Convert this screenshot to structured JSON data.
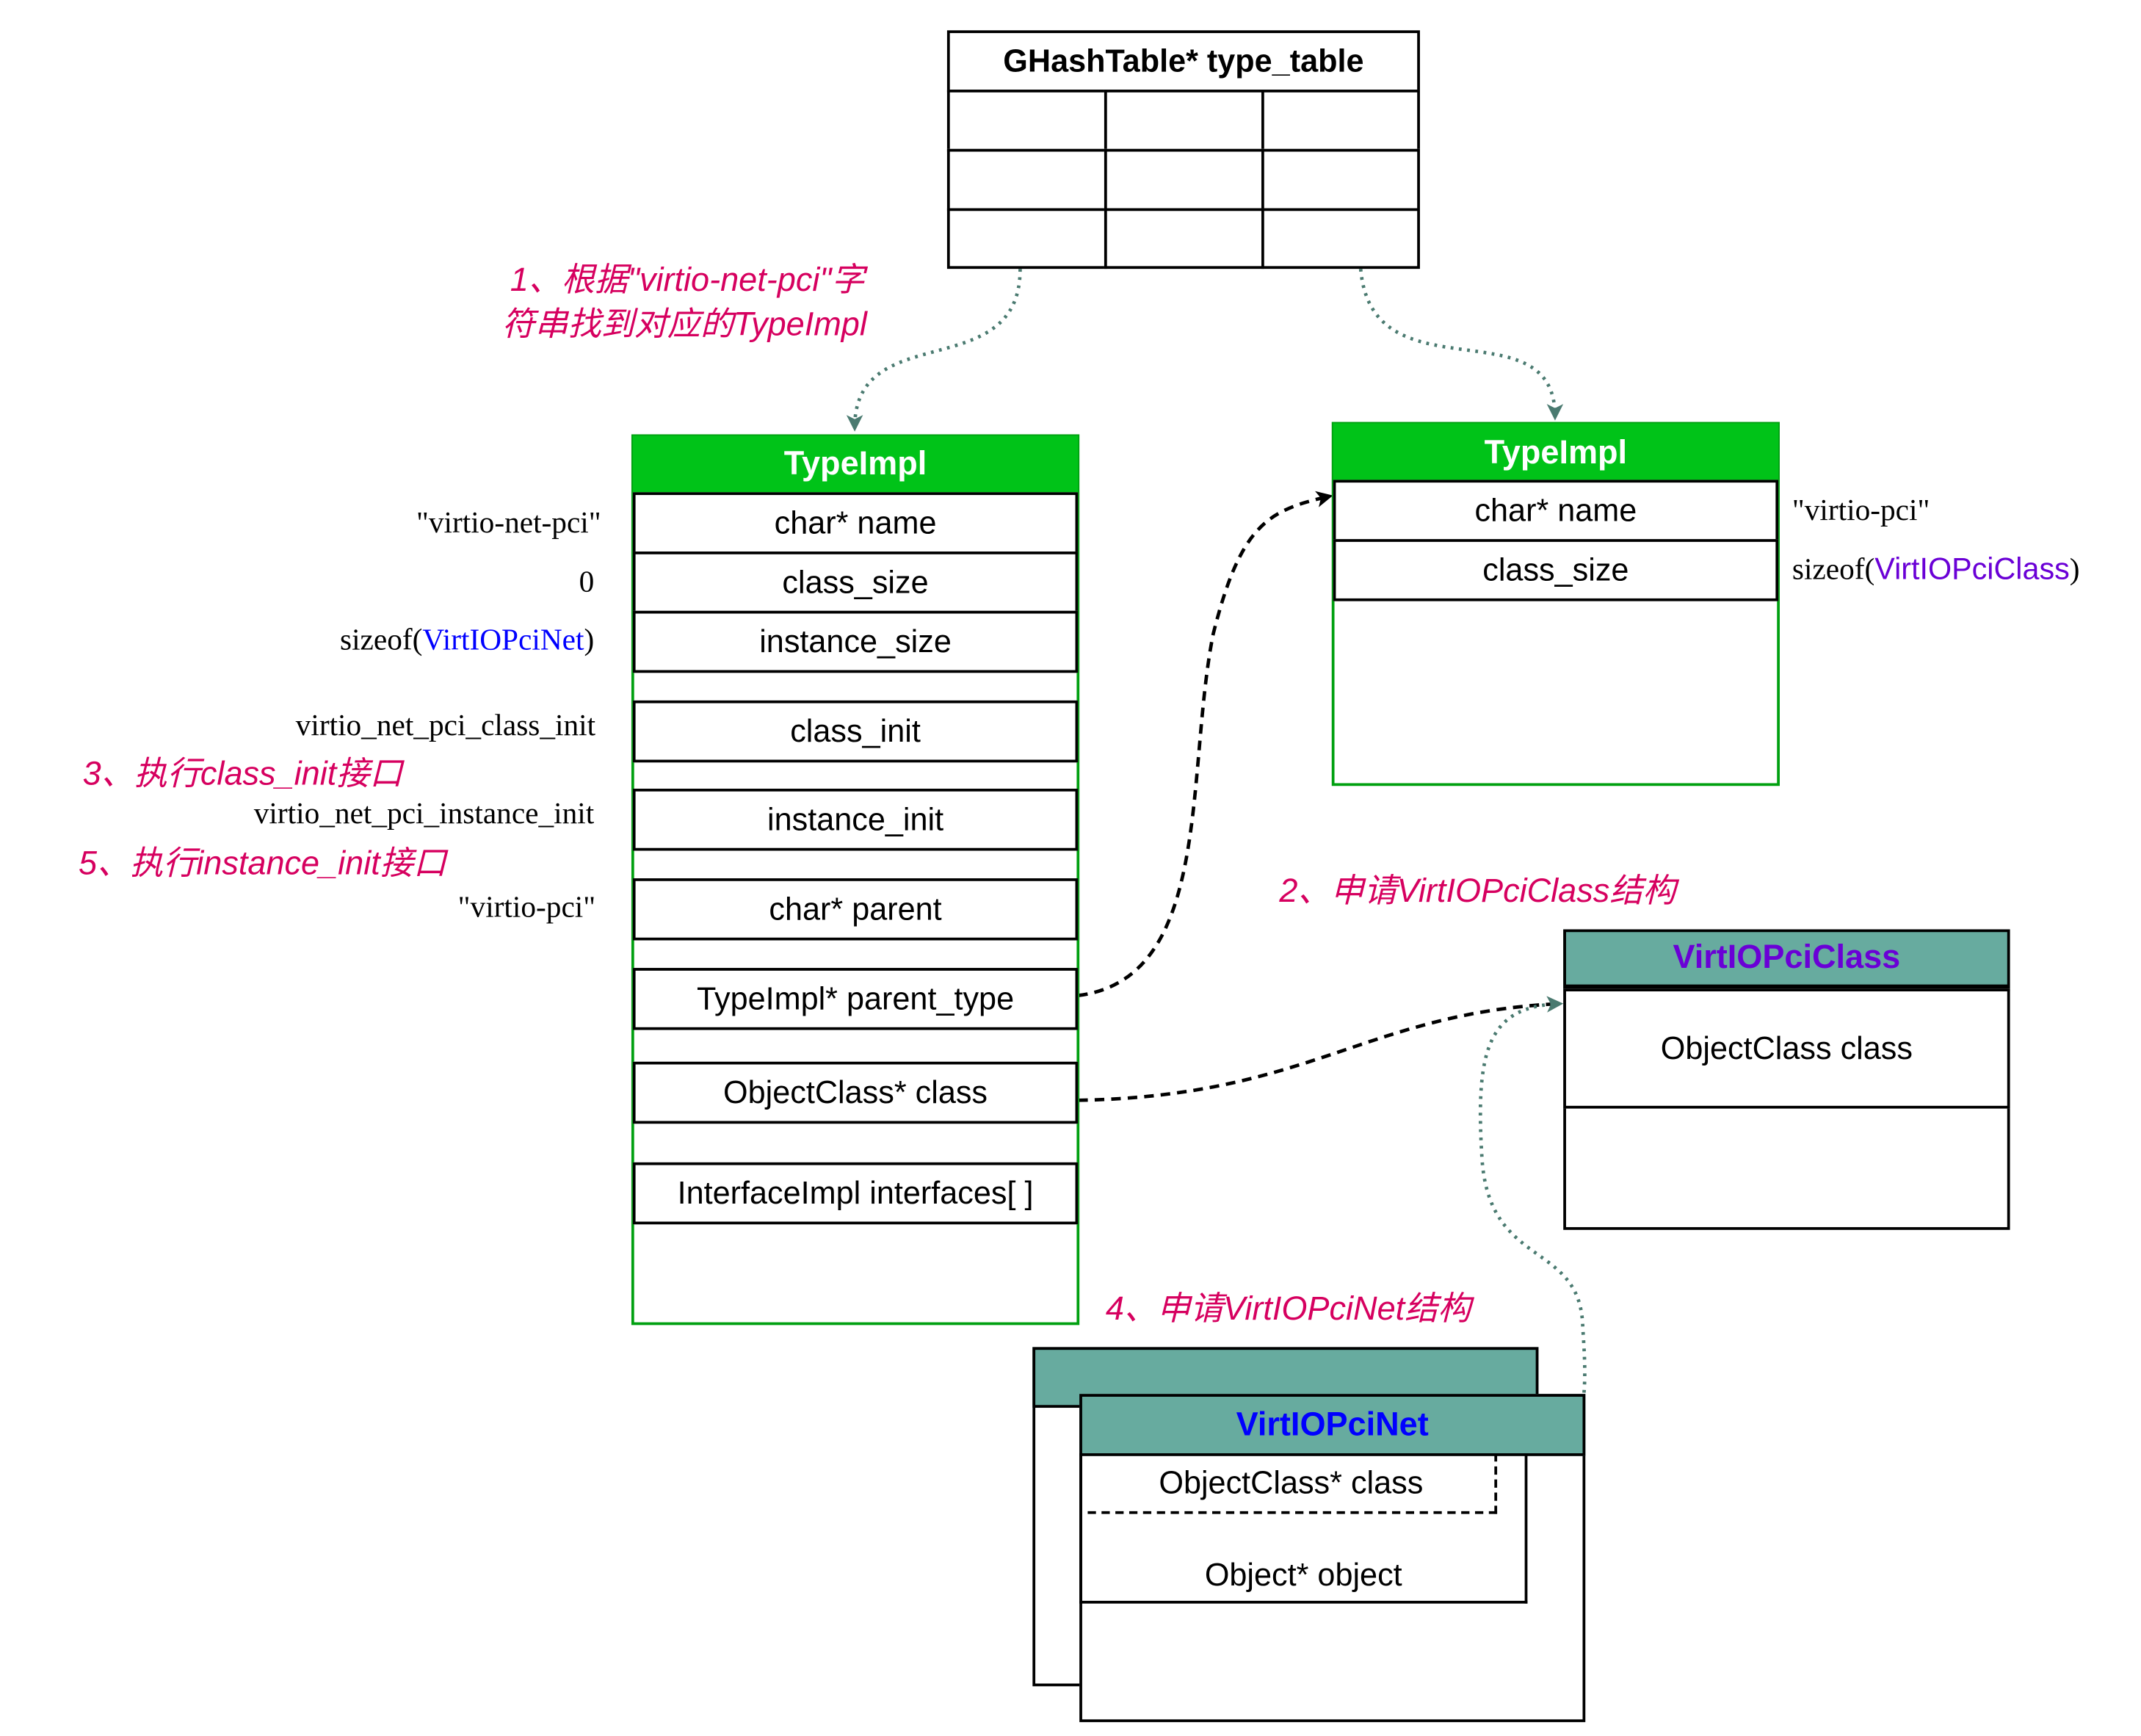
{
  "colors": {
    "typeimpl_header": "#00c318",
    "typeimpl_border": "#00a010",
    "virt_header": "#67ab9f",
    "annotation": "#d6005f",
    "virtio_net_blue": "#0000ff",
    "virtio_class_purple": "#6a00d6",
    "connector": "#4a7a70"
  },
  "hash_table": {
    "title": "GHashTable*  type_table",
    "rows": 3,
    "cols": 3
  },
  "annotations": {
    "step1_line1": "1、根据\"virtio-net-pci\"字",
    "step1_line2": "符串找到对应的TypeImpl",
    "step2": "2、申请VirtIOPciClass结构",
    "step3": "3、执行class_init接口",
    "step4": "4、申请VirtIOPciNet结构",
    "step5": "5、执行instance_init接口"
  },
  "typeimpl_left": {
    "title": "TypeImpl",
    "fields": [
      "char* name",
      "class_size",
      "instance_size",
      "class_init",
      "instance_init",
      "char* parent",
      "TypeImpl* parent_type",
      "ObjectClass* class",
      "InterfaceImpl interfaces[ ]"
    ],
    "values": {
      "name": "\"virtio-net-pci\"",
      "class_size": "0",
      "instance_size_prefix": "sizeof(",
      "instance_size_type": "VirtIOPciNet",
      "instance_size_suffix": ")",
      "class_init": "virtio_net_pci_class_init",
      "instance_init": "virtio_net_pci_instance_init",
      "parent": "\"virtio-pci\""
    }
  },
  "typeimpl_right": {
    "title": "TypeImpl",
    "fields": [
      "char* name",
      "class_size"
    ],
    "values": {
      "name": "\"virtio-pci\"",
      "class_size_prefix": "sizeof(",
      "class_size_type": "VirtIOPciClass",
      "class_size_suffix": ")"
    }
  },
  "virtio_pci_class": {
    "title": "VirtIOPciClass",
    "field": "ObjectClass class"
  },
  "virtio_pci_net": {
    "title": "VirtIOPciNet",
    "fields": [
      "ObjectClass* class",
      "Object* object"
    ]
  }
}
